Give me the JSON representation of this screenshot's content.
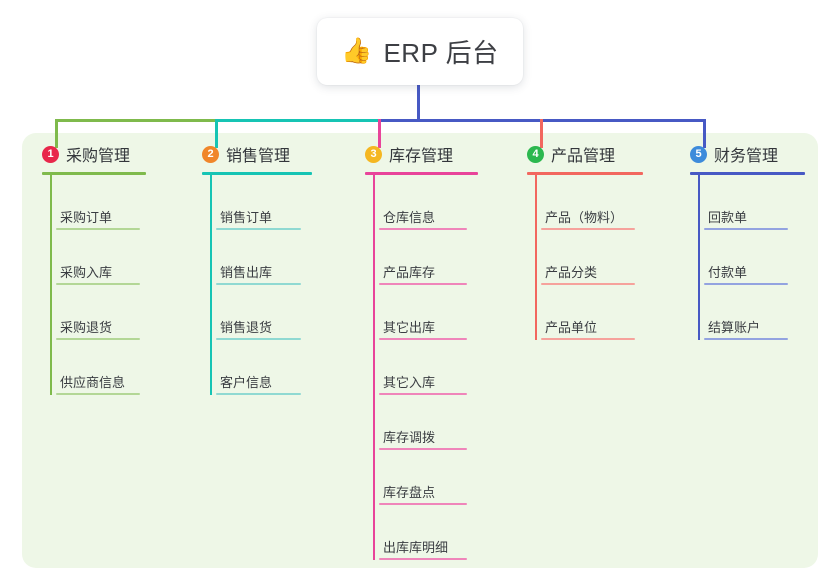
{
  "title": {
    "emoji": "👍",
    "emoji_name": "thumbs-up-icon",
    "text": "ERP 后台"
  },
  "theme": {
    "page_background": "#ffffff",
    "panel_background": "#eef7e7",
    "card_background": "#ffffff",
    "text_color": "#33363b"
  },
  "connector": {
    "trunk_color": "#4759c4",
    "segments": [
      {
        "name": "segment-green",
        "color": "#7fba4c"
      },
      {
        "name": "segment-teal",
        "color": "#16c4b4"
      },
      {
        "name": "segment-blue",
        "color": "#4759c4"
      }
    ]
  },
  "columns": [
    {
      "number": "1",
      "title": "采购管理",
      "badge_color": "#e8274b",
      "accent": "#7fba4c",
      "item_accent": "#b3d796",
      "items": [
        "采购订单",
        "采购入库",
        "采购退货",
        "供应商信息"
      ]
    },
    {
      "number": "2",
      "title": "销售管理",
      "badge_color": "#f0862a",
      "accent": "#16c4b4",
      "item_accent": "#8fd9d2",
      "items": [
        "销售订单",
        "销售出库",
        "销售退货",
        "客户信息"
      ]
    },
    {
      "number": "3",
      "title": "库存管理",
      "badge_color": "#f5b721",
      "accent": "#e8449a",
      "item_accent": "#ef85ba",
      "items": [
        "仓库信息",
        "产品库存",
        "其它出库",
        "其它入库",
        "库存调拨",
        "库存盘点",
        "出库库明细"
      ]
    },
    {
      "number": "4",
      "title": "产品管理",
      "badge_color": "#2cb84f",
      "accent": "#f2675f",
      "item_accent": "#f6a29c",
      "items": [
        "产品（物料）",
        "产品分类",
        "产品单位"
      ]
    },
    {
      "number": "5",
      "title": "财务管理",
      "badge_color": "#3d8bdb",
      "accent": "#4759c4",
      "item_accent": "#93a3e0",
      "items": [
        "回款单",
        "付款单",
        "结算账户"
      ]
    }
  ]
}
